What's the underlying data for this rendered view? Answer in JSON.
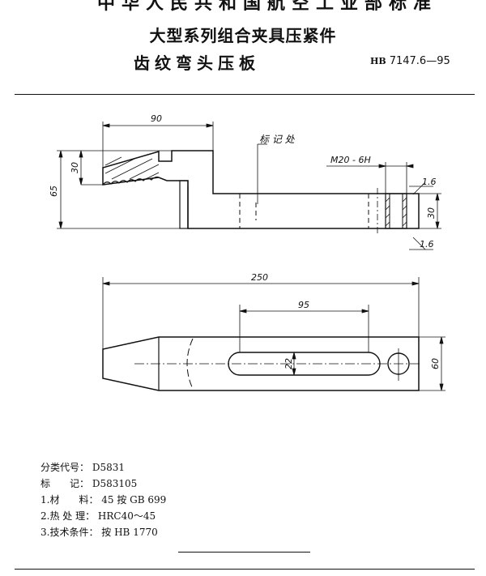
{
  "header_partial": "中华人民共和国航空工业部标准",
  "title_line1": "大型系列组合夹具压紧件",
  "title_line2": "齿纹弯头压板",
  "standard": {
    "prefix": "HB",
    "number": "7147.6—95"
  },
  "drawing": {
    "dims": {
      "d90": "90",
      "d30_left": "30",
      "d65": "65",
      "d30_right": "30",
      "d1_6_top": "1.6",
      "d1_6_bottom": "1.6",
      "thread": "M20 - 6H",
      "d250": "250",
      "d95": "95",
      "d22": "22",
      "d60": "60"
    },
    "mark_label": "标 记 处"
  },
  "notes": [
    {
      "key": "分类代号：",
      "value": "D5831"
    },
    {
      "key": "标　　记：",
      "value": "D583105"
    },
    {
      "key": "1.材　　料：",
      "value": "45 按 GB 699"
    },
    {
      "key": "2.热 处 理：",
      "value": "HRC40～45"
    },
    {
      "key": "3.技术条件：",
      "value": "按 HB 1770"
    }
  ]
}
